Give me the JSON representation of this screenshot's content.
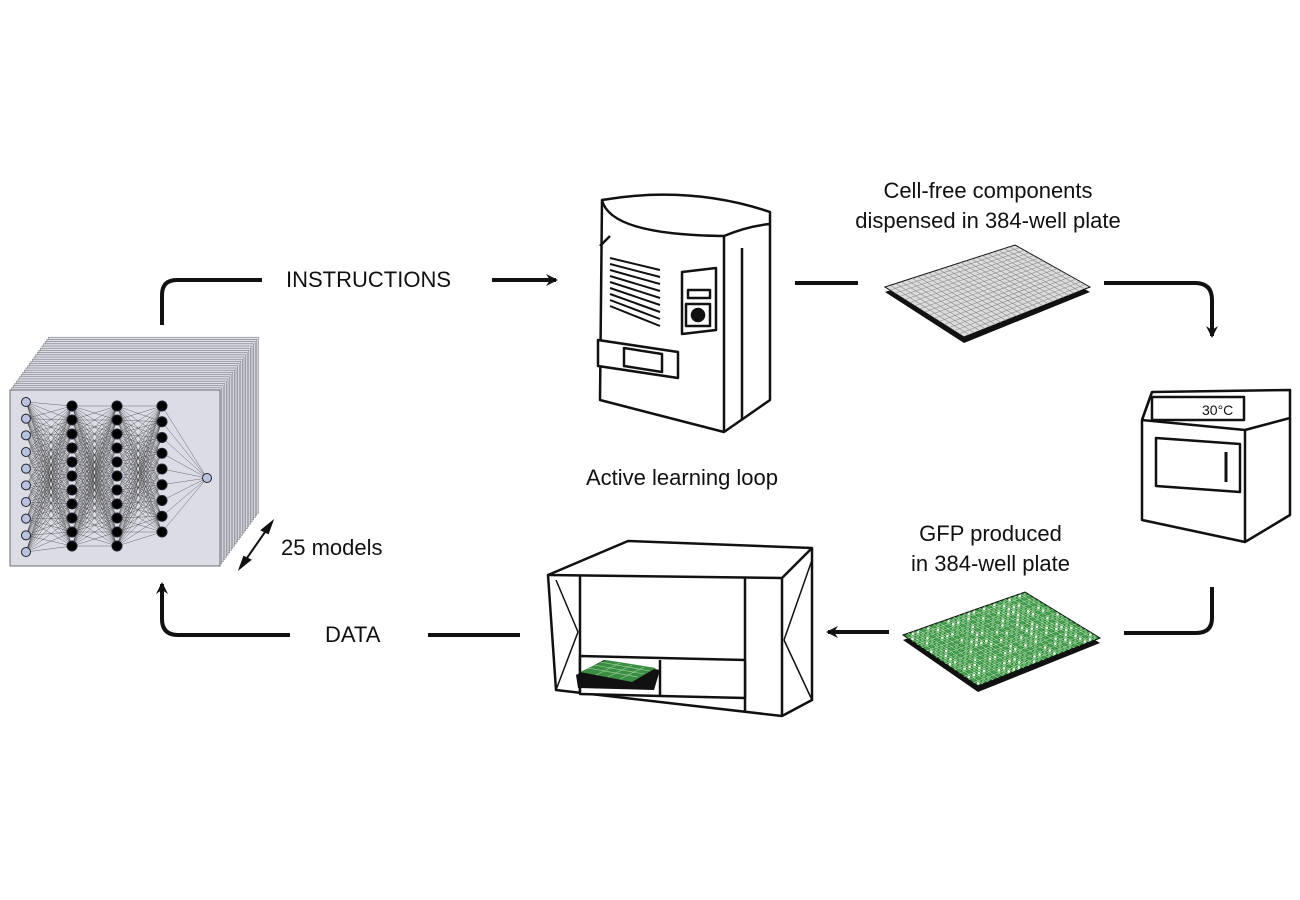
{
  "labels": {
    "instructions": "INSTRUCTIONS",
    "data": "DATA",
    "loop": "Active learning loop",
    "models": "25 models",
    "cell_free_line1": "Cell-free components",
    "cell_free_line2": "dispensed in 384-well plate",
    "gfp_line1": "GFP produced",
    "gfp_line2": "in 384-well plate",
    "incubator_temp": "30°C"
  },
  "neural_network": {
    "stack_count": 25,
    "layers": [
      10,
      11,
      11,
      9,
      1
    ]
  },
  "plates": {
    "rows": 16,
    "cols": 24
  },
  "colors": {
    "stroke": "#111111",
    "model_panel": "#dcdde4",
    "input_node": "#b9c3dd",
    "empty_plate": "#dcdcdc",
    "gfp_plate": "#2f8a3a",
    "gfp_plate_light": "#7cc07f"
  },
  "icons": [
    "neural-network-stack-icon",
    "liquid-handler-icon",
    "plate-icon",
    "incubator-icon",
    "plate-reader-icon",
    "arrow-icon"
  ]
}
